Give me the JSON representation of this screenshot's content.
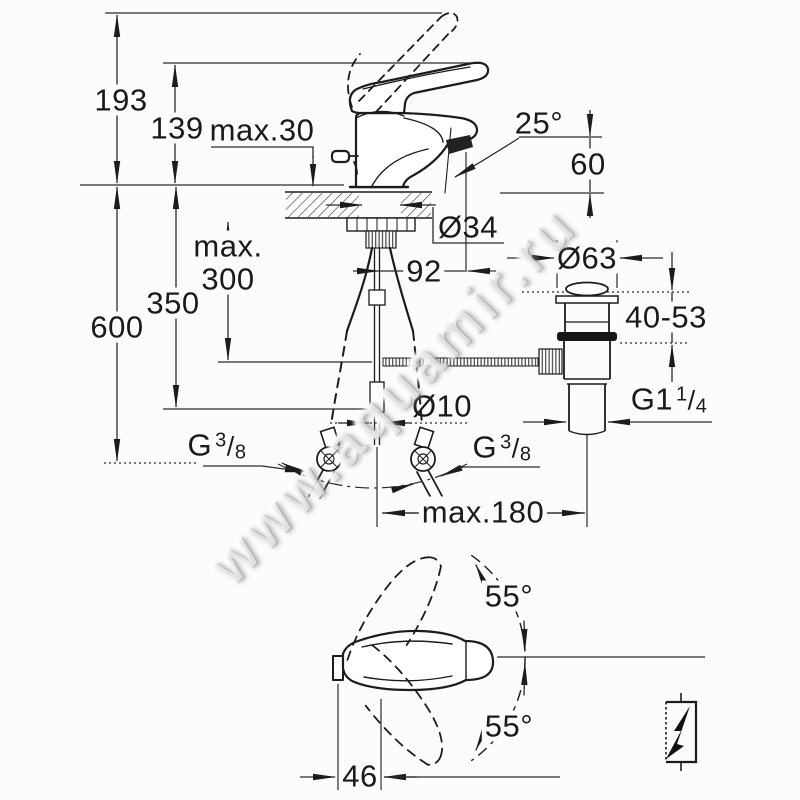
{
  "drawing": {
    "subject": "single-lever basin mixer technical dimension drawing with pop-up waste",
    "watermark": "www.aquamir.ru",
    "line_color": "#2b2b2b",
    "background": "#fcfcfc"
  },
  "dimensions": {
    "overall_height": "193",
    "spout_height": "139",
    "deck_thickness_max": "max.30",
    "outlet_angle": "25°",
    "outlet_height": "60",
    "mounting_hole_dia": "Ø34",
    "spout_reach": "92",
    "waste_flange_dia": "Ø63",
    "max_word": "max.",
    "below_deck_300": "300",
    "hose_length_350": "350",
    "hose_length_600": "600",
    "basin_thickness_range": "40-53",
    "rod_dia": "Ø10",
    "waste_thread": {
      "prefix": "G1",
      "sup": "1",
      "slash": "/",
      "sub": "4"
    },
    "supply_thread_left": {
      "prefix": "G",
      "sup": "3",
      "slash": "/",
      "sub": "8"
    },
    "supply_thread_right": {
      "prefix": "G",
      "sup": "3",
      "slash": "/",
      "sub": "8"
    },
    "center_distance": "max.180",
    "handle_swivel_top": "55°",
    "handle_swivel_bottom": "55°",
    "handle_width": "46"
  },
  "symbols": {
    "electric_water_heater": "lightning-bolt-in-rectangle"
  }
}
